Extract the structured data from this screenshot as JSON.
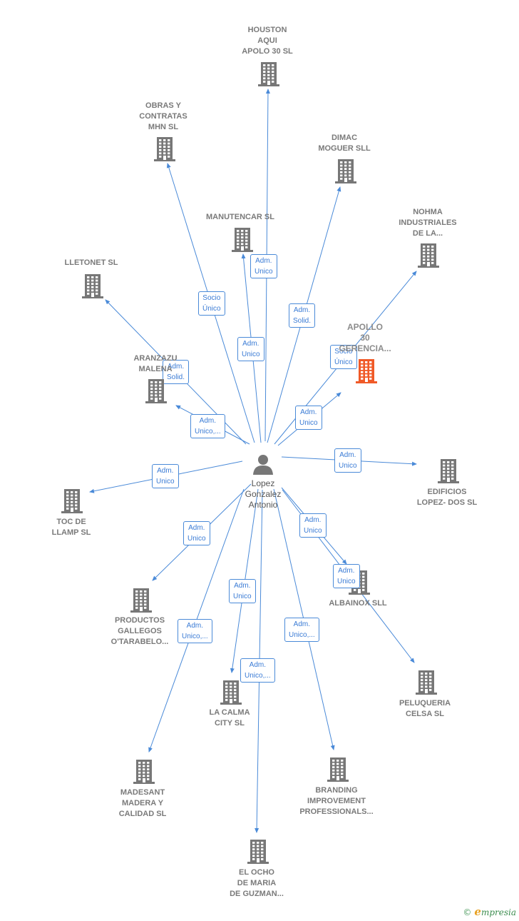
{
  "colors": {
    "edge": "#4a8ad8",
    "building": "#777777",
    "building_hl": "#f05a28",
    "person": "#777777"
  },
  "center": {
    "label": "Lopez\nGonzalez\nAntonio",
    "icon": "person-icon"
  },
  "nodes": [
    {
      "id": "houston",
      "label": "HOUSTON\nAQUI\nAPOLO 30  SL",
      "edge": "Adm.\nUnico"
    },
    {
      "id": "obras",
      "label": "OBRAS Y\nCONTRATAS\nMHN  SL",
      "edge": "Socio\nÚnico"
    },
    {
      "id": "dimac",
      "label": "DIMAC\nMOGUER  SLL",
      "edge": "Adm.\nSolid."
    },
    {
      "id": "manutencar",
      "label": "MANUTENCAR SL",
      "edge": "Adm.\nUnico"
    },
    {
      "id": "nohma",
      "label": "NOHMA\nINDUSTRIALES\nDE LA...",
      "edge": "Socio\nÚnico"
    },
    {
      "id": "lletonet",
      "label": "LLETONET SL",
      "edge": "Adm.\nSolid."
    },
    {
      "id": "apollo",
      "label": "APOLLO\n30\nGERENCIA...",
      "edge": "Adm.\nUnico",
      "highlight": true
    },
    {
      "id": "aranzazu",
      "label": "ARANZAZU\nMALENA",
      "edge": "Adm.\nUnico,..."
    },
    {
      "id": "edificios",
      "label": "EDIFICIOS\nLOPEZ- DOS SL",
      "edge": "Adm.\nUnico"
    },
    {
      "id": "toc",
      "label": "TOC DE\nLLAMP SL",
      "edge": "Adm.\nUnico"
    },
    {
      "id": "albainox",
      "label": "ALBAINOX SLL",
      "edge": "Adm.\nUnico"
    },
    {
      "id": "productos",
      "label": "PRODUCTOS\nGALLEGOS\nO'TARABELO...",
      "edge": "Adm.\nUnico"
    },
    {
      "id": "peluqueria",
      "label": "PELUQUERIA\nCELSA  SL",
      "edge": "Adm.\nUnico"
    },
    {
      "id": "lacalma",
      "label": "LA CALMA\nCITY  SL",
      "edge": "Adm.\nUnico"
    },
    {
      "id": "madesant",
      "label": "MADESANT\nMADERA Y\nCALIDAD  SL",
      "edge": "Adm.\nUnico,..."
    },
    {
      "id": "branding",
      "label": "BRANDING\nIMPROVEMENT\nPROFESSIONALS...",
      "edge": "Adm.\nUnico,..."
    },
    {
      "id": "elocho",
      "label": "EL OCHO\nDE MARIA\nDE GUZMAN...",
      "edge": "Adm.\nUnico,..."
    }
  ],
  "brand": {
    "copyright": "©",
    "e": "e",
    "rest": "mpresia"
  }
}
